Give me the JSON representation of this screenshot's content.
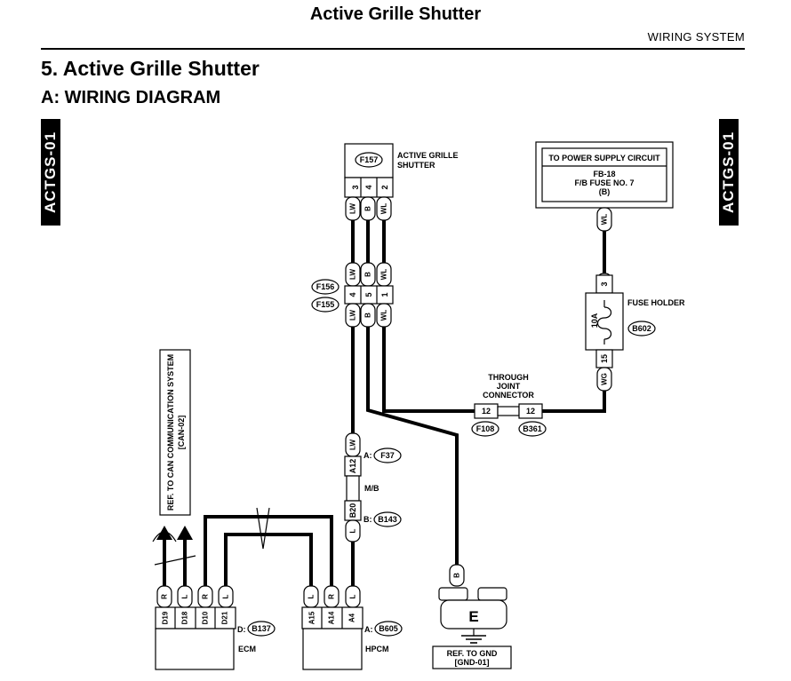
{
  "header": {
    "top_title": "Active Grille Shutter",
    "section_label": "WIRING SYSTEM",
    "section_heading": "5.  Active Grille Shutter",
    "sub_heading": "A:  WIRING DIAGRAM",
    "side_tab_left": "ACTGS-01",
    "side_tab_right": "ACTGS-01"
  },
  "connectors": {
    "f157": "F157",
    "f156": "F156",
    "f155": "F155",
    "f37": "F37",
    "b143": "B143",
    "b137": "B137",
    "b605": "B605",
    "b602": "B602",
    "f108": "F108",
    "b361": "B361",
    "f37_prefix": "A:",
    "b143_prefix": "B:",
    "b137_prefix": "D:",
    "b605_prefix": "A:"
  },
  "labels": {
    "actuator_line1": "ACTIVE GRILLE",
    "actuator_line2": "SHUTTER",
    "power_title": "TO POWER SUPPLY CIRCUIT",
    "power_line2": "FB-18",
    "power_line3": "F/B FUSE NO. 7",
    "power_line4": "(B)",
    "fuse_holder": "FUSE HOLDER",
    "fuse_rating": "10A",
    "through_line1": "THROUGH",
    "through_line2": "JOINT",
    "through_line3": "CONNECTOR",
    "mb": "M/B",
    "can_ref_line1": "REF. TO CAN COMMUNICATION SYSTEM",
    "can_ref_line2": "[CAN-02]",
    "ecm": "ECM",
    "hpcm": "HPCM",
    "ground_letter": "E",
    "gnd_ref_line1": "REF. TO GND",
    "gnd_ref_line2": "[GND-01]"
  },
  "pins": {
    "f157": [
      "3",
      "4",
      "2"
    ],
    "f156": [
      "4",
      "5",
      "1"
    ],
    "fuse_top": "3",
    "fuse_bottom": "15",
    "through_left": "12",
    "through_right": "12",
    "a12": "A12",
    "b20": "B20",
    "ecm": [
      "D19",
      "D18",
      "D10",
      "D21"
    ],
    "hpcm": [
      "A15",
      "A14",
      "A4"
    ]
  },
  "wires": {
    "f157_colors": [
      "LW",
      "B",
      "WL"
    ],
    "f156_colors": [
      "LW",
      "B",
      "WL"
    ],
    "f155_colors": [
      "LW",
      "B",
      "WL"
    ],
    "power_out": "WL",
    "fuse_out": "WG",
    "a12_top": "LW",
    "b20_bottom": "L",
    "ground_in": "B",
    "ecm_colors": [
      "R",
      "L",
      "R",
      "L"
    ],
    "hpcm_colors": [
      "L",
      "R",
      "L"
    ]
  }
}
